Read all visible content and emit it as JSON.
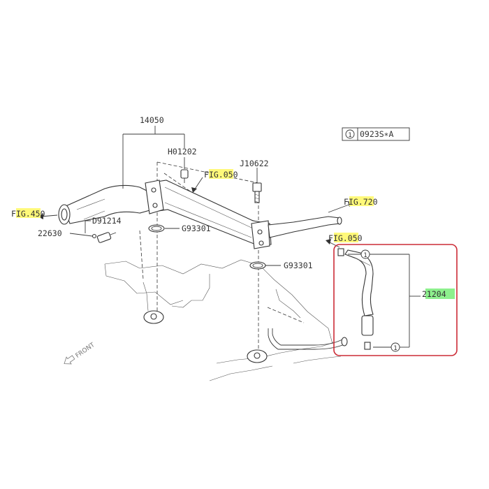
{
  "callouts": {
    "p14050": "14050",
    "h01202": "H01202",
    "j10622": "J10622",
    "d91214": "D91214",
    "p22630": "22630",
    "g93301_a": "G93301",
    "g93301_b": "G93301",
    "p21204": "21204"
  },
  "fig_refs": {
    "fig050_top": {
      "pre": "F",
      "hl": "IG.05",
      "post": "0"
    },
    "fig450": {
      "pre": "F",
      "hl": "IG.45",
      "post": "0"
    },
    "fig720": {
      "pre": "F",
      "hl": "IG.72",
      "post": "0"
    },
    "fig050_right": {
      "pre": "F",
      "hl": "IG.05",
      "post": "0"
    }
  },
  "legend": {
    "number": "1",
    "code": "0923S∗A"
  },
  "markers": {
    "m1": "1",
    "m2": "1"
  },
  "front_label": "FRONT",
  "colors": {
    "highlight_yellow": "#fff97a",
    "highlight_green": "#8df08d",
    "box_red": "#cc2b36",
    "line": "#333333"
  }
}
